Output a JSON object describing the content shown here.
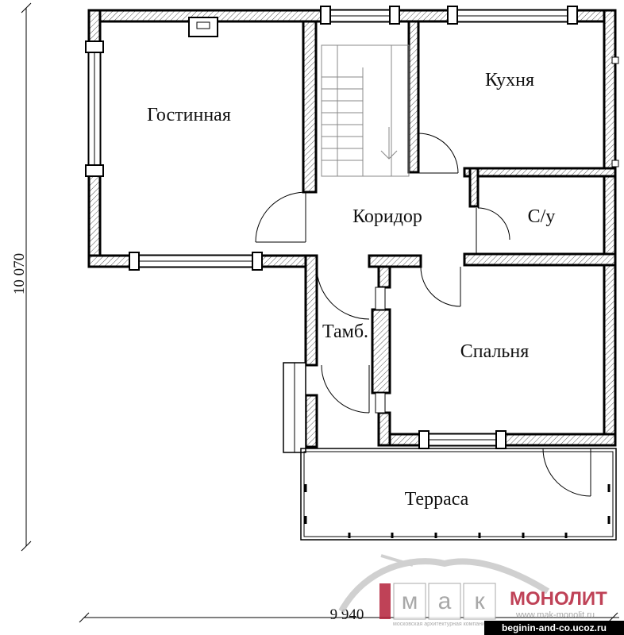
{
  "rooms": {
    "living": "Гостинная",
    "kitchen": "Кухня",
    "corridor": "Коридор",
    "wc": "С/у",
    "vestibule": "Тамб.",
    "bedroom": "Спальня",
    "terrace": "Терраса"
  },
  "dimensions": {
    "height": "10 070",
    "width": "9 940"
  },
  "logo": {
    "letters": [
      "м",
      "а",
      "к"
    ],
    "brand": "МОНОЛИТ",
    "tagline": "московская архитектурная компания",
    "url": "www.mak-monolit.ru",
    "color_brand": "#b5223a",
    "color_letters": "#9a9a9a"
  },
  "site_url": "beginin-and-co.ucoz.ru"
}
